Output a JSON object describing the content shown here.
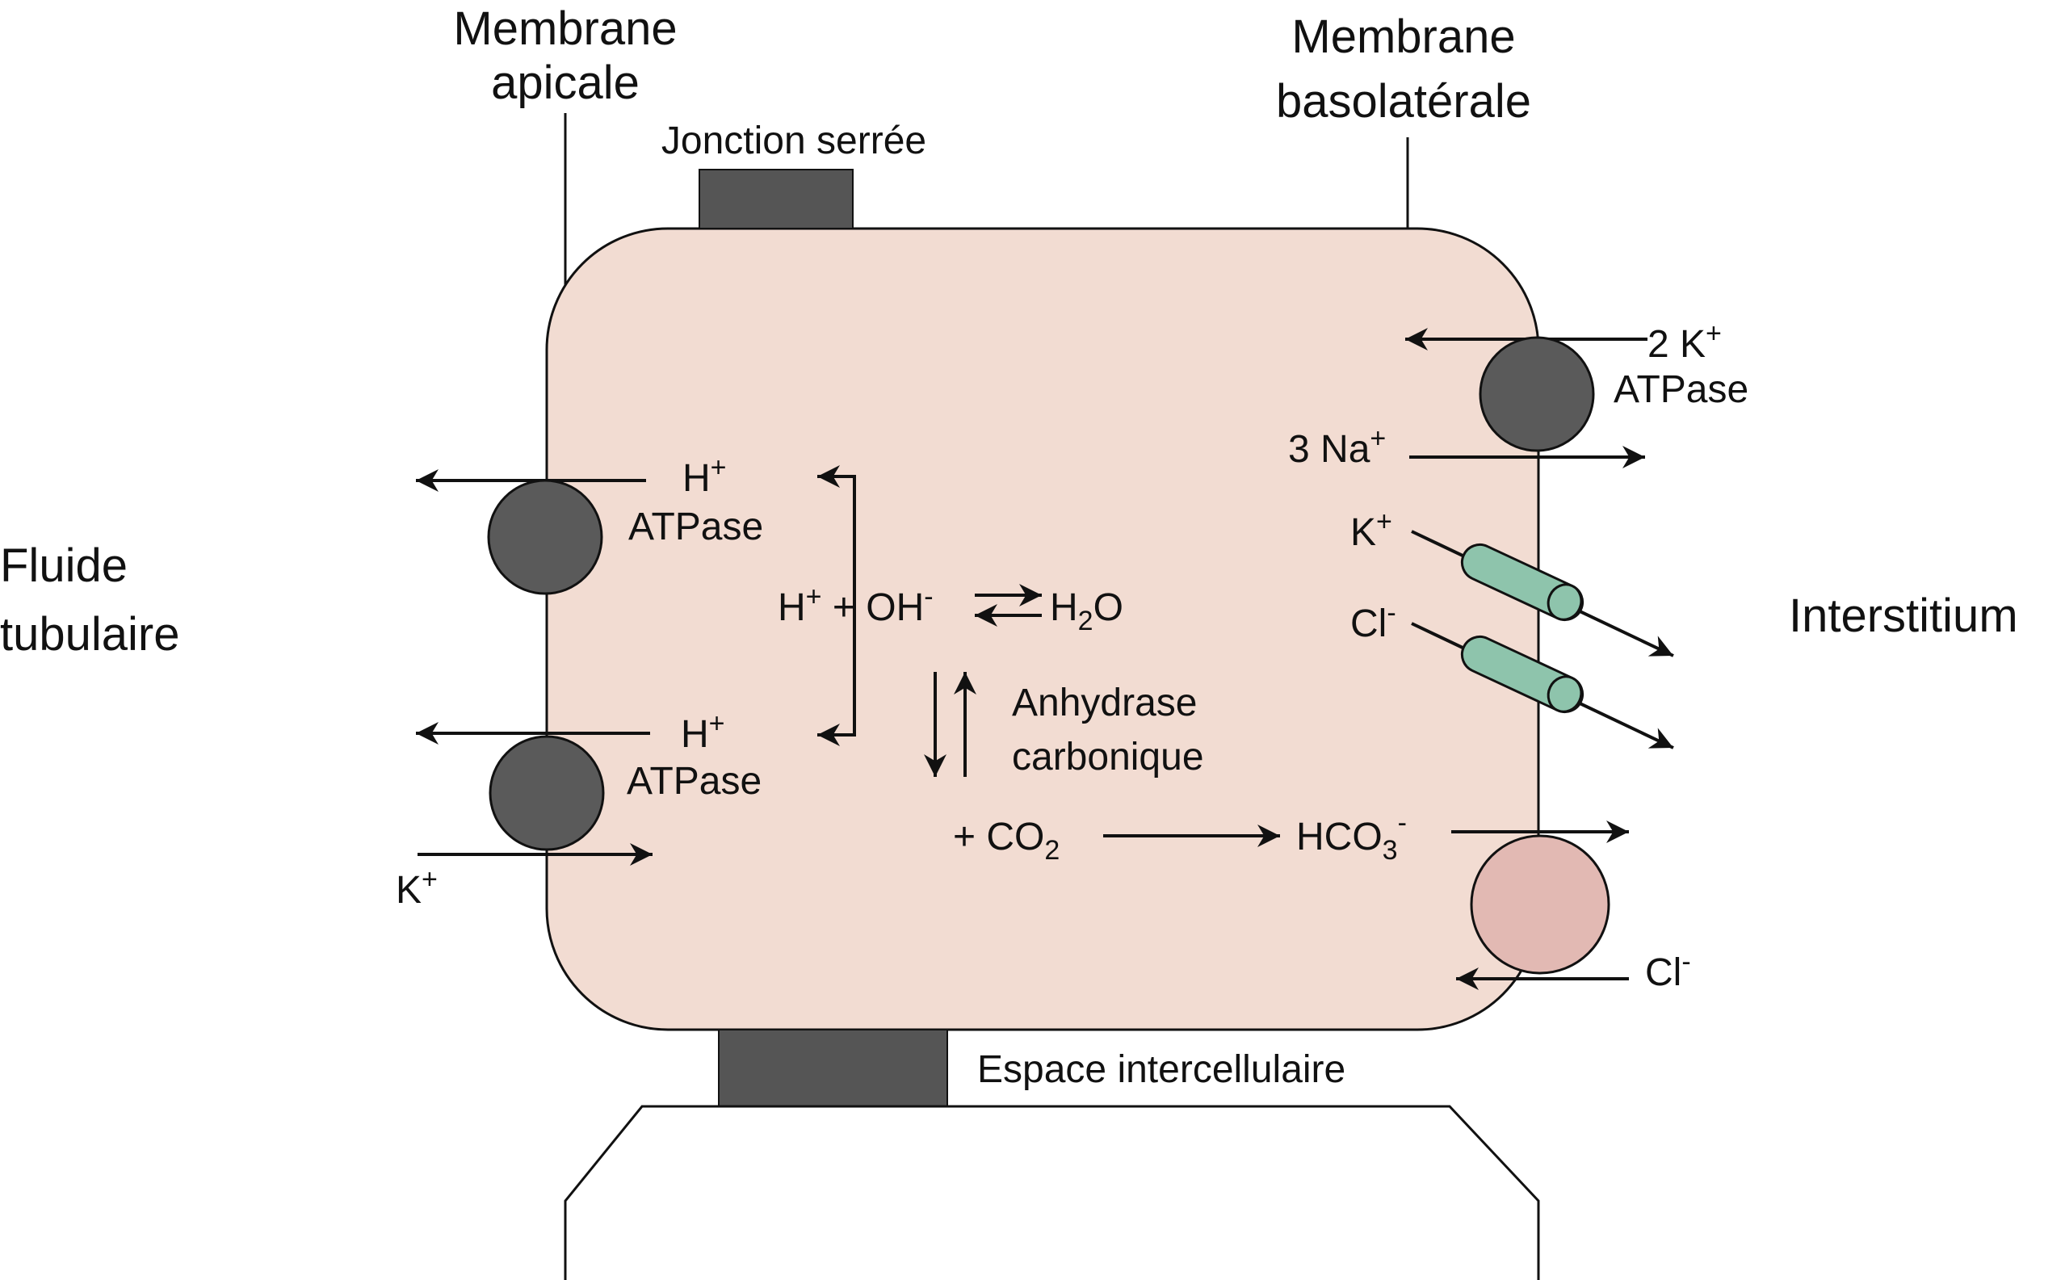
{
  "labels": {
    "apical_membrane_line1": "Membrane",
    "apical_membrane_line2": "apicale",
    "basolateral_membrane_line1": "Membrane",
    "basolateral_membrane_line2": "basolatérale",
    "tight_junction": "Jonction serrée",
    "tubular_fluid_line1": "Fluide",
    "tubular_fluid_line2": "tubulaire",
    "interstitium": "Interstitium",
    "intercellular_space": "Espace intercellulaire",
    "h_pump_top_ion": "H",
    "h_pump_top_charge": "+",
    "h_pump_top_name": "ATPase",
    "h_pump_bottom_ion": "H",
    "h_pump_bottom_charge": "+",
    "h_pump_bottom_name": "ATPase",
    "k_apical_ion": "K",
    "k_apical_charge": "+",
    "nak_k_ion": "2 K",
    "nak_k_charge": "+",
    "nak_name": "ATPase",
    "nak_na_ion": "3 Na",
    "nak_na_charge": "+",
    "k_channel_ion": "K",
    "k_channel_charge": "+",
    "cl_channel_ion": "Cl",
    "cl_channel_charge": "-",
    "cl_exchanger_ion": "Cl",
    "cl_exchanger_charge": "-",
    "reaction_h": "H",
    "reaction_h_charge": "+",
    "reaction_plus_oh": " + OH",
    "reaction_oh_charge": "-",
    "reaction_water": "H",
    "reaction_water_sub": "2",
    "reaction_water_o": "O",
    "enzyme_line1": "Anhydrase",
    "enzyme_line2": "carbonique",
    "co2_prefix": "+ CO",
    "co2_sub": "2",
    "bicarbonate": "HCO",
    "bicarbonate_sub": "3",
    "bicarbonate_charge": "-"
  },
  "colors": {
    "cell_fill": "#f2dcd2",
    "pump_fill": "#5a5a5a",
    "junction_fill": "#555555",
    "channel_fill": "#8ec4ac",
    "exchanger_fill": "#e2b9b3",
    "line": "#111111"
  }
}
